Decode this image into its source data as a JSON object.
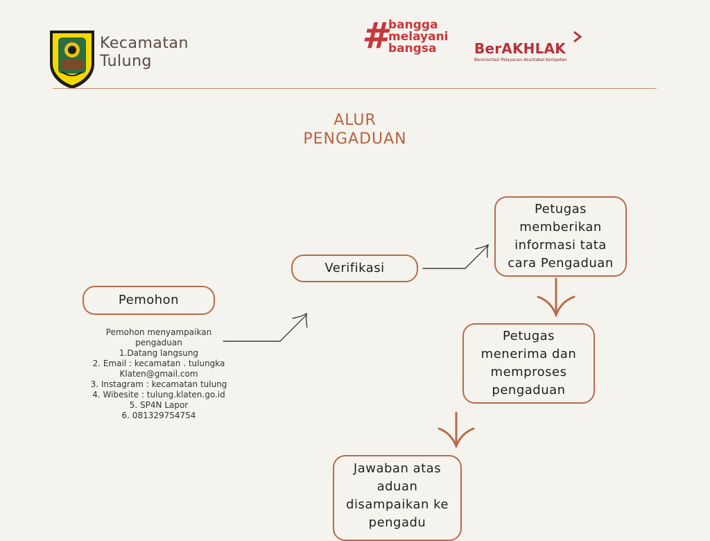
{
  "header": {
    "brand_line1": "Kecamatan",
    "brand_line2": "Tulung",
    "logo_icon": "regency-emblem-icon",
    "bangga_hash": "#",
    "bangga_lines": [
      "bangga",
      "melayani",
      "bangsa"
    ],
    "berakhlak_title": "BerAKHLAK",
    "berakhlak_tagline": "Berorientasi Pelayanan Akuntabel Kompeten"
  },
  "title": {
    "line1": "ALUR",
    "line2": "PENGADUAN"
  },
  "flow": {
    "pemohon": "Pemohon",
    "verifikasi": "Verifikasi",
    "petugas_info": "Petugas memberikan informasi tata cara Pengaduan",
    "petugas_terima": "Petugas menerima dan memproses pengaduan",
    "jawaban": "Jawaban atas aduan disampaikan ke pengadu"
  },
  "notes": [
    "Pemohon menyampaikan",
    "pengaduan",
    "1.Datang langsung",
    "2. Email : kecamatan . tulungka",
    "Klaten@gmail.com",
    "3. Instagram : kecamatan tulung",
    "4. Wibesite : tulung.klaten.go.id",
    "5. SP4N Lapor",
    "6. 081329754754"
  ],
  "colors": {
    "background": "#f4f3ee",
    "accent": "#b86a4b",
    "title": "#b5633f",
    "brand_red": "#c8373b"
  }
}
